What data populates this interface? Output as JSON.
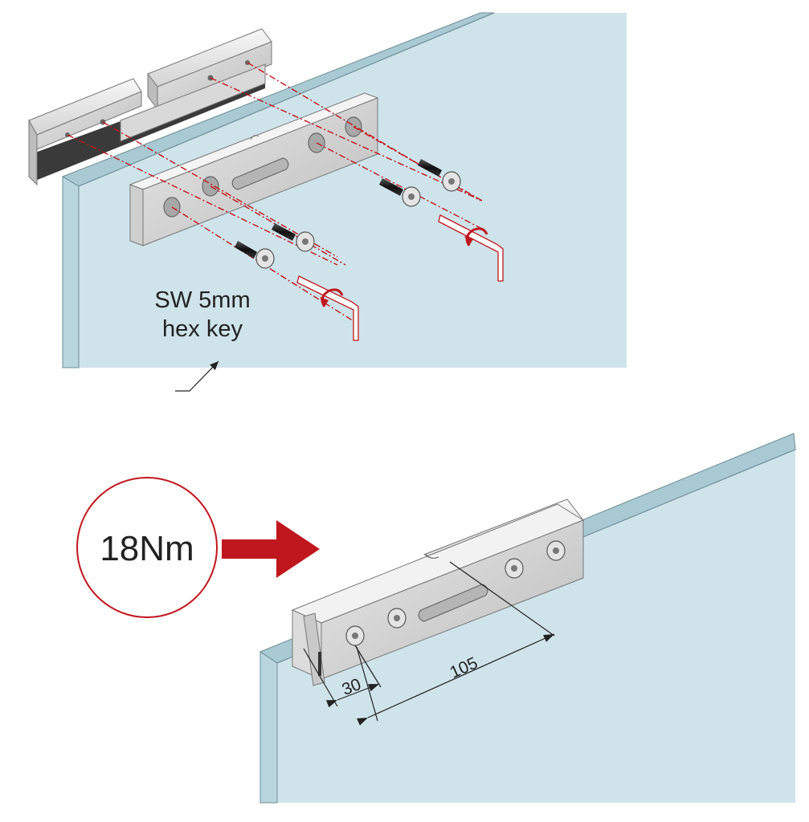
{
  "step1": {
    "hex_key_line1": "SW 5mm",
    "hex_key_line2": "hex key"
  },
  "step2": {
    "torque": "18Nm",
    "dim_small": "30",
    "dim_large": "105"
  },
  "colors": {
    "glass_face": "#cfe3ea",
    "glass_edge": "#a9c9d3",
    "glass_outline": "#6f8d98",
    "metal_light": "#eeeeee",
    "metal_mid": "#c8c8c8",
    "metal_dark": "#9a9a9a",
    "rubber": "#3a3a3a",
    "accent_red": "#c0161d",
    "screw_black": "#1a1a1a"
  },
  "icons": [
    "screw-icon",
    "hex-key-icon",
    "rotation-arrow-icon",
    "arrow-right-icon",
    "dimension-arrow-icon"
  ]
}
